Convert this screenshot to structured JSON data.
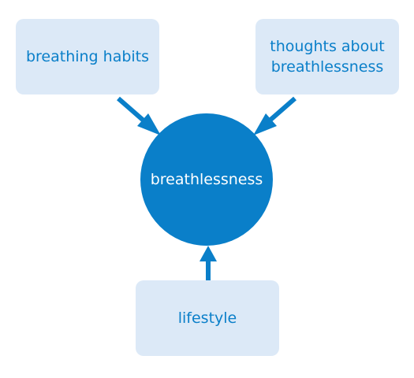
{
  "nodes": {
    "center": "breathlessness",
    "top_left": "breathing habits",
    "top_right_line1": "thoughts about",
    "top_right_line2": "breathlessness",
    "bottom": "lifestyle"
  },
  "colors": {
    "primary_blue": "#0a7fc9",
    "box_fill": "#dce9f7"
  }
}
